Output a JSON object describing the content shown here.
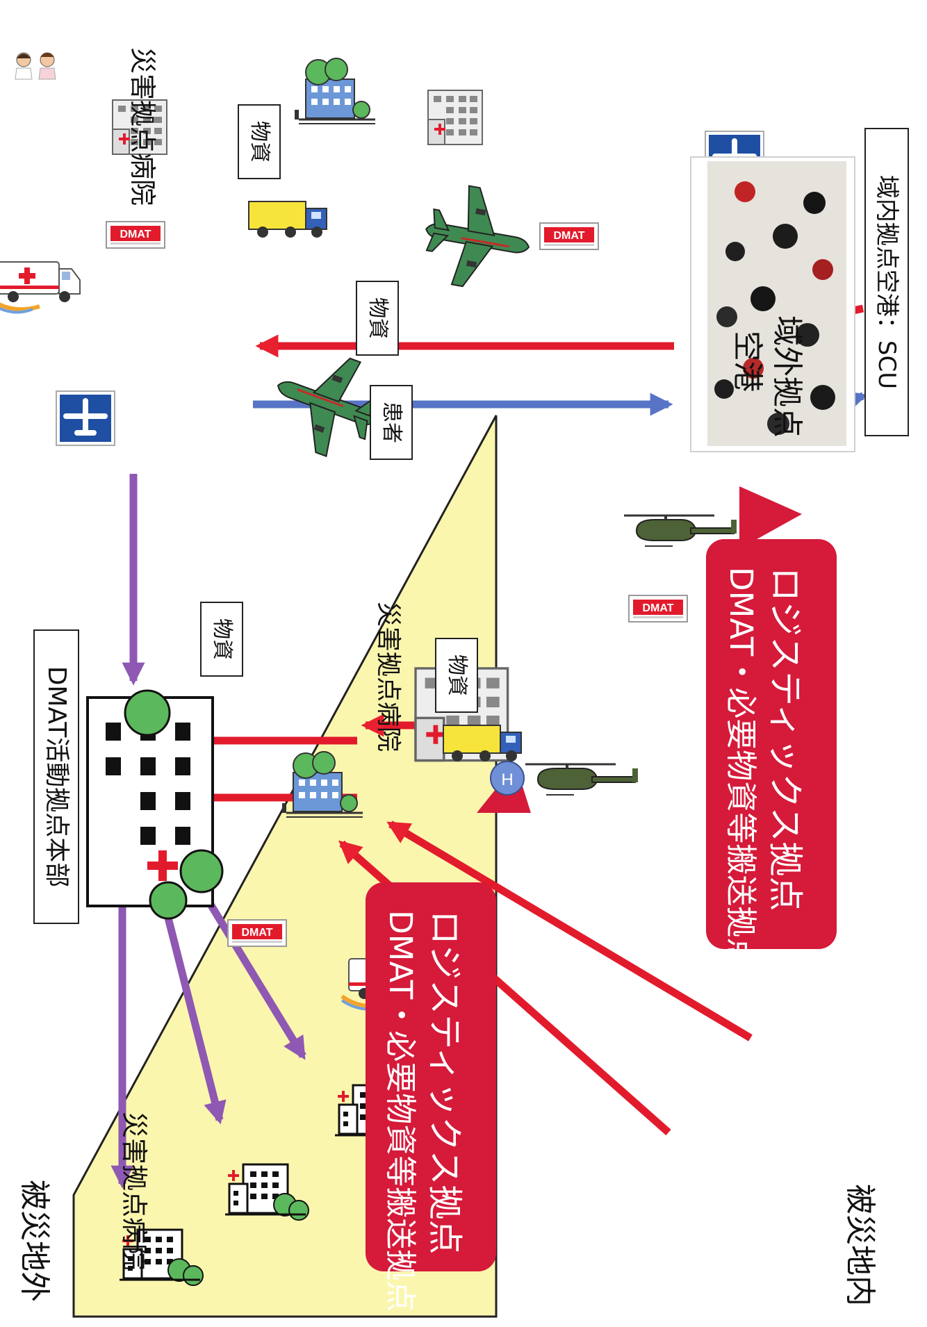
{
  "regions": {
    "outside": "被災地外",
    "inside": "被災地内"
  },
  "airports": {
    "outside_line1": "域外拠点",
    "outside_line2": "空港",
    "inside": "域内拠点空港：SCU"
  },
  "hospitals": {
    "disaster_base": "災害拠点病院",
    "top_right_label": "災害拠点病院",
    "center_label": "災害拠点病院"
  },
  "headquarters": "DMAT活動拠点本部",
  "callouts": [
    {
      "line1": "ロジスティックス拠点",
      "line2": "DMAT・必要物資等搬送拠点"
    },
    {
      "line1": "ロジスティックス拠点",
      "line2": "DMAT・必要物資等搬送拠点"
    }
  ],
  "flow_labels": {
    "supplies": "物資",
    "patients": "患者"
  },
  "icon_texts": {
    "dmat": "DMAT",
    "heliport": "H"
  },
  "colors": {
    "red_flow": "#e8202f",
    "blue_flow": "#5874c6",
    "purple_flow": "#8e58b3",
    "callout": "#d51a3a",
    "disaster_zone": "#fbf6ae",
    "airport_sign": "#1f4fa3"
  }
}
